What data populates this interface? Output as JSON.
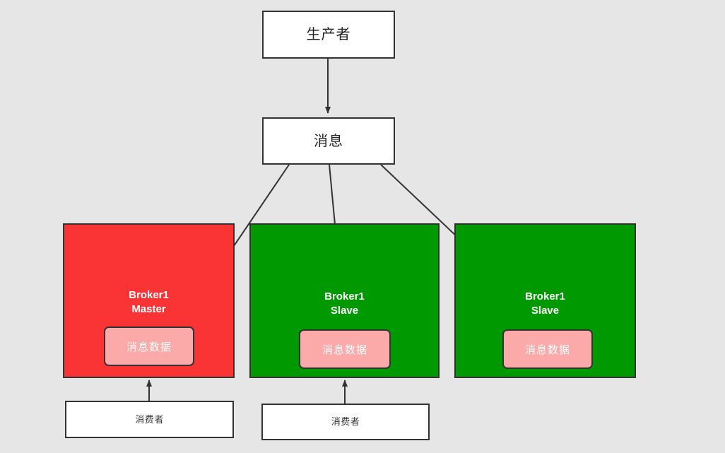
{
  "diagram": {
    "type": "flowchart",
    "background_color": "#e6e6e6",
    "colors": {
      "master_fill": "#fa3434",
      "slave_fill": "#019901",
      "data_fill": "#fca9a9",
      "plain_fill": "#ffffff",
      "stroke": "#333333",
      "white_text": "#ffffff"
    },
    "nodes": {
      "producer": {
        "label": "生产者"
      },
      "message": {
        "label": "消息"
      },
      "broker_master": {
        "title": "Broker1\nMaster",
        "data_label": "消息数据",
        "role": "Master"
      },
      "broker_slave_1": {
        "title": "Broker1\nSlave",
        "data_label": "消息数据",
        "role": "Slave"
      },
      "broker_slave_2": {
        "title": "Broker1\nSlave",
        "data_label": "消息数据",
        "role": "Slave"
      },
      "consumer_1": {
        "label": "消费者"
      },
      "consumer_2": {
        "label": "消费者"
      }
    },
    "edges": [
      {
        "from": "producer",
        "to": "message",
        "arrow": true
      },
      {
        "from": "message",
        "to": "broker_master",
        "arrow": true
      },
      {
        "from": "message",
        "to": "broker_slave_1",
        "arrow": true
      },
      {
        "from": "message",
        "to": "broker_slave_2",
        "arrow": true
      },
      {
        "from": "consumer_1",
        "to": "broker_master",
        "arrow": true
      },
      {
        "from": "consumer_2",
        "to": "broker_slave_1",
        "arrow": true
      }
    ]
  }
}
